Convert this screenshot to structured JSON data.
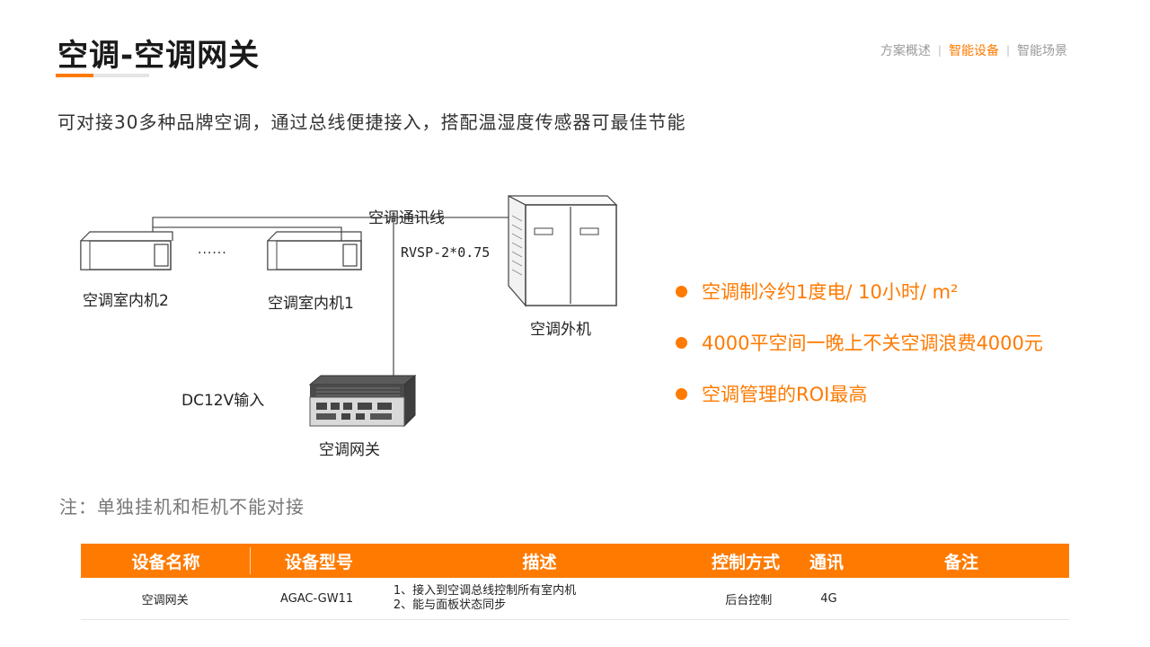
{
  "header": {
    "title": "空调-空调网关",
    "nav": [
      {
        "label": "方案概述",
        "active": false
      },
      {
        "label": "智能设备",
        "active": true
      },
      {
        "label": "智能场景",
        "active": false
      }
    ],
    "nav_separator": "|"
  },
  "subtitle": "可对接30多种品牌空调，通过总线便捷接入，搭配温湿度传感器可最佳节能",
  "diagram": {
    "comm_line_label": "空调通讯线",
    "cable_label": "RVSP-2*0.75",
    "indoor_unit_1": "空调室内机1",
    "indoor_unit_2": "空调室内机2",
    "ellipsis": "······",
    "outdoor_unit": "空调外机",
    "power_label": "DC12V输入",
    "gateway_label": "空调网关"
  },
  "bullets": [
    {
      "text": "空调制冷约1度电/ 10小时/ m²"
    },
    {
      "text": "4000平空间一晚上不关空调浪费4000元"
    },
    {
      "text": "空调管理的ROI最高"
    }
  ],
  "note": "注：单独挂机和柜机不能对接",
  "table": {
    "headers": [
      "设备名称",
      "设备型号",
      "描述",
      "控制方式",
      "通讯",
      "备注"
    ],
    "rows": [
      {
        "name": "空调网关",
        "model": "AGAC-GW11",
        "desc_line1": "1、接入到空调总线控制所有室内机",
        "desc_line2": "2、能与面板状态同步",
        "control": "后台控制",
        "comm": "4G",
        "remark": ""
      }
    ]
  },
  "colors": {
    "accent": "#ff7a00",
    "text": "#333333",
    "muted": "#9a9a9a"
  }
}
